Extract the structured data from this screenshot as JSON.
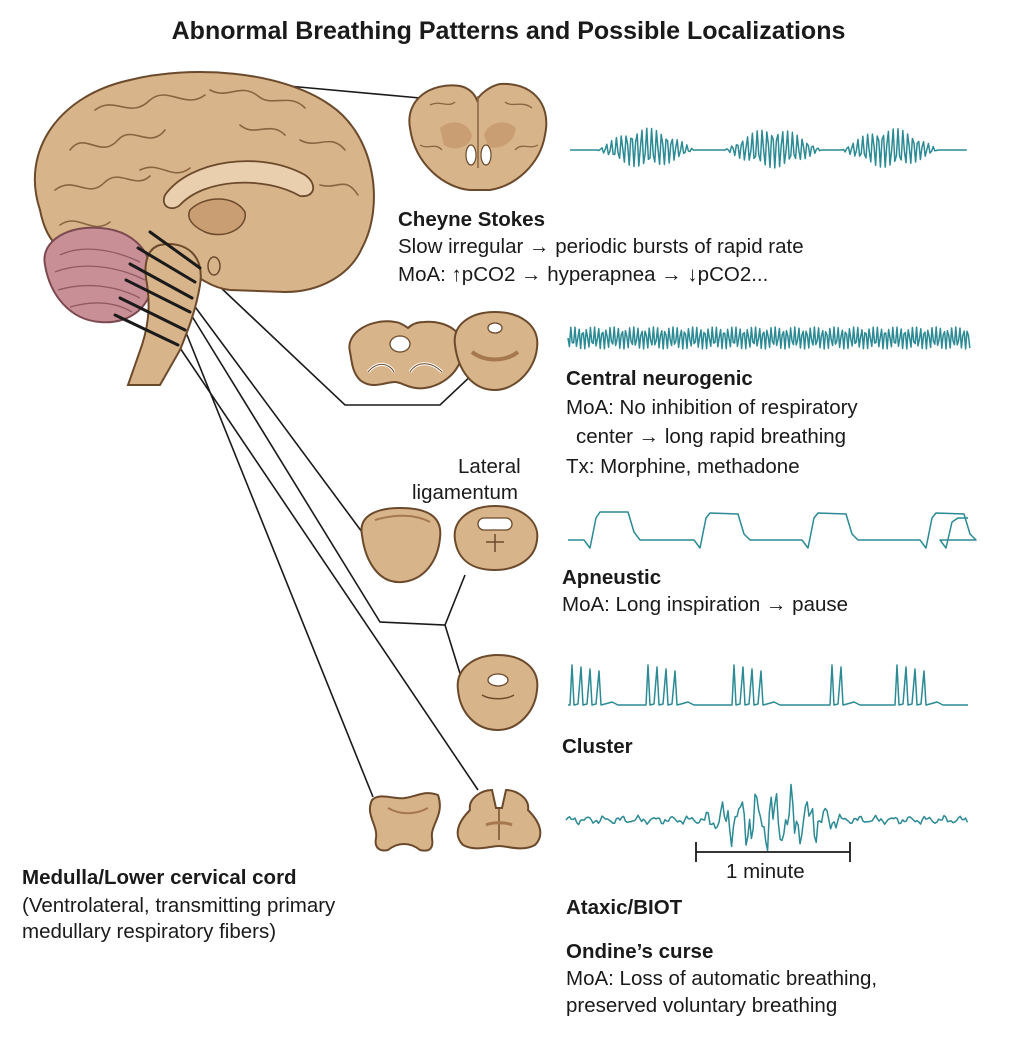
{
  "title": "Abnormal Breathing Patterns and Possible Localizations",
  "colors": {
    "tissue": "#d8b48a",
    "tissue_outline": "#6b4a2c",
    "trace": "#2b8a94",
    "cerebellum": "#c98f96",
    "text": "#1a1a1a"
  },
  "patterns": {
    "cheyne": {
      "name": "Cheyne Stokes",
      "line1": "Slow irregular → periodic bursts of rapid rate",
      "line2": "MoA: ↑pCO2 → hyperapnea → ↓pCO2..."
    },
    "central": {
      "name": "Central neurogenic",
      "line1": "MoA: No inhibition of respiratory",
      "line2": "center → long rapid breathing",
      "line3": "Tx: Morphine, methadone"
    },
    "apneustic": {
      "name": "Apneustic",
      "line1": "MoA: Long inspiration → pause"
    },
    "cluster": {
      "name": "Cluster"
    },
    "ataxic": {
      "name": "Ataxic/BIOT"
    },
    "ondine": {
      "name": "Ondine’s curse",
      "line1": "MoA: Loss of automatic breathing,",
      "line2": "preserved voluntary breathing"
    }
  },
  "lateral_label": {
    "line1": "Lateral",
    "line2": "ligamentum"
  },
  "medulla": {
    "name": "Medulla/Lower cervical cord",
    "line1": "(Ventrolateral, transmitting primary",
    "line2": "medullary respiratory fibers)"
  },
  "scale_bar": {
    "label": "1 minute"
  },
  "icons": [
    "brain-sagittal-illustration",
    "brain-coronal-section",
    "pons-section",
    "medulla-section",
    "breathing-waveform"
  ]
}
